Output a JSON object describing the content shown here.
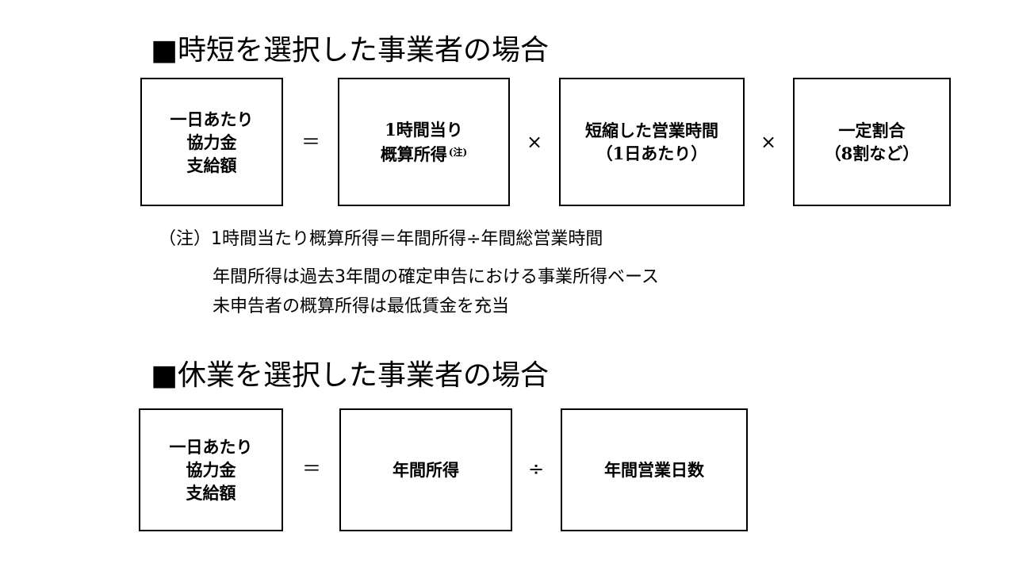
{
  "section1": {
    "title": "■時短を選択した事業者の場合",
    "box1": {
      "lines": [
        "一日あたり",
        "協力金",
        "支給額"
      ]
    },
    "op1": "＝",
    "box2": {
      "line1": "1時間当り",
      "line2": "概算所得",
      "note_mark": "(注)"
    },
    "op2": "×",
    "box3": {
      "lines": [
        "短縮した営業時間",
        "（1日あたり）"
      ]
    },
    "op3": "×",
    "box4": {
      "lines": [
        "一定割合",
        "（8割など）"
      ]
    }
  },
  "notes": {
    "line1": "（注）1時間当たり概算所得＝年間所得÷年間総営業時間",
    "line2": "年間所得は過去3年間の確定申告における事業所得ベース",
    "line3": "未申告者の概算所得は最低賃金を充当"
  },
  "section2": {
    "title": "■休業を選択した事業者の場合",
    "box1": {
      "lines": [
        "一日あたり",
        "協力金",
        "支給額"
      ]
    },
    "op1": "＝",
    "box2": {
      "text": "年間所得"
    },
    "op2": "÷",
    "box3": {
      "text": "年間営業日数"
    }
  }
}
